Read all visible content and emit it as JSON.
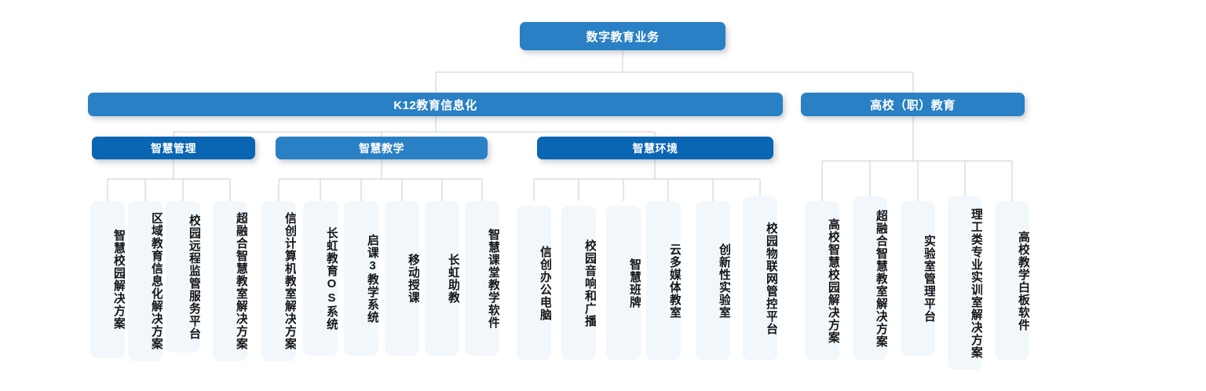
{
  "diagram": {
    "title": "数字教育业务",
    "type": "org-tree",
    "colors": {
      "accent_light": "#2a80c4",
      "accent_dark": "#0a65b2",
      "leaf_fill": "#f2f7fb",
      "connector": "#c9ccd0",
      "background": "#ffffff"
    },
    "root": {
      "label": "数字教育业务"
    },
    "branches": [
      {
        "label": "K12教育信息化",
        "groups": [
          {
            "label": "智慧管理",
            "style": "dark",
            "leaves": [
              "智慧校园解决方案",
              "区域教育信息化解决方案",
              "校园远程监管服务平台",
              "超融合智慧教室解决方案"
            ]
          },
          {
            "label": "智慧教学",
            "style": "light",
            "leaves": [
              "信创计算机教室解决方案",
              "长虹教育OS系统",
              "启课3教学系统",
              "移动授课",
              "长虹助教",
              "智慧课堂教学软件"
            ]
          },
          {
            "label": "智慧环境",
            "style": "dark",
            "leaves": [
              "信创办公电脑",
              "校园音响和广播",
              "智慧班牌",
              "云多媒体教室",
              "创新性实验室",
              "校园物联网管控平台"
            ]
          }
        ]
      },
      {
        "label": "高校（职）教育",
        "groups": [
          {
            "label": "",
            "style": "light",
            "leaves": [
              "高校智慧校园解决方案",
              "超融合智慧教室解决方案",
              "实验室管理平台",
              "理工类专业实训室解决方案",
              "高校教学白板软件"
            ]
          }
        ]
      }
    ]
  }
}
